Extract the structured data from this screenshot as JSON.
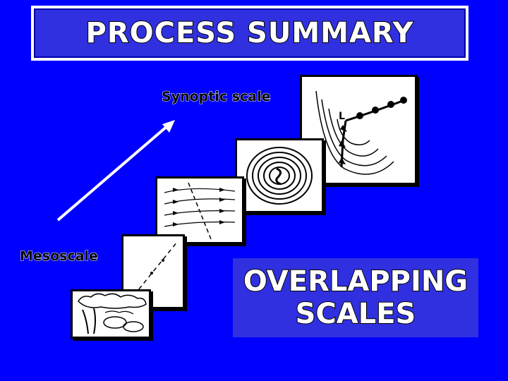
{
  "title": "PROCESS SUMMARY",
  "labels": {
    "synoptic": "Synoptic scale",
    "mesoscale": "Mesoscale"
  },
  "overlap": {
    "line1": "OVERLAPPING",
    "line2": "SCALES"
  },
  "panels": [
    {
      "name": "thunderstorm-cloud-sketch"
    },
    {
      "name": "squall-line-sketch"
    },
    {
      "name": "streamline-flow-sketch"
    },
    {
      "name": "spiral-cyclone-sketch"
    },
    {
      "name": "frontal-low-sketch"
    }
  ],
  "colors": {
    "background": "#0000ff",
    "box": "#3030e0",
    "text": "#ffffff"
  }
}
